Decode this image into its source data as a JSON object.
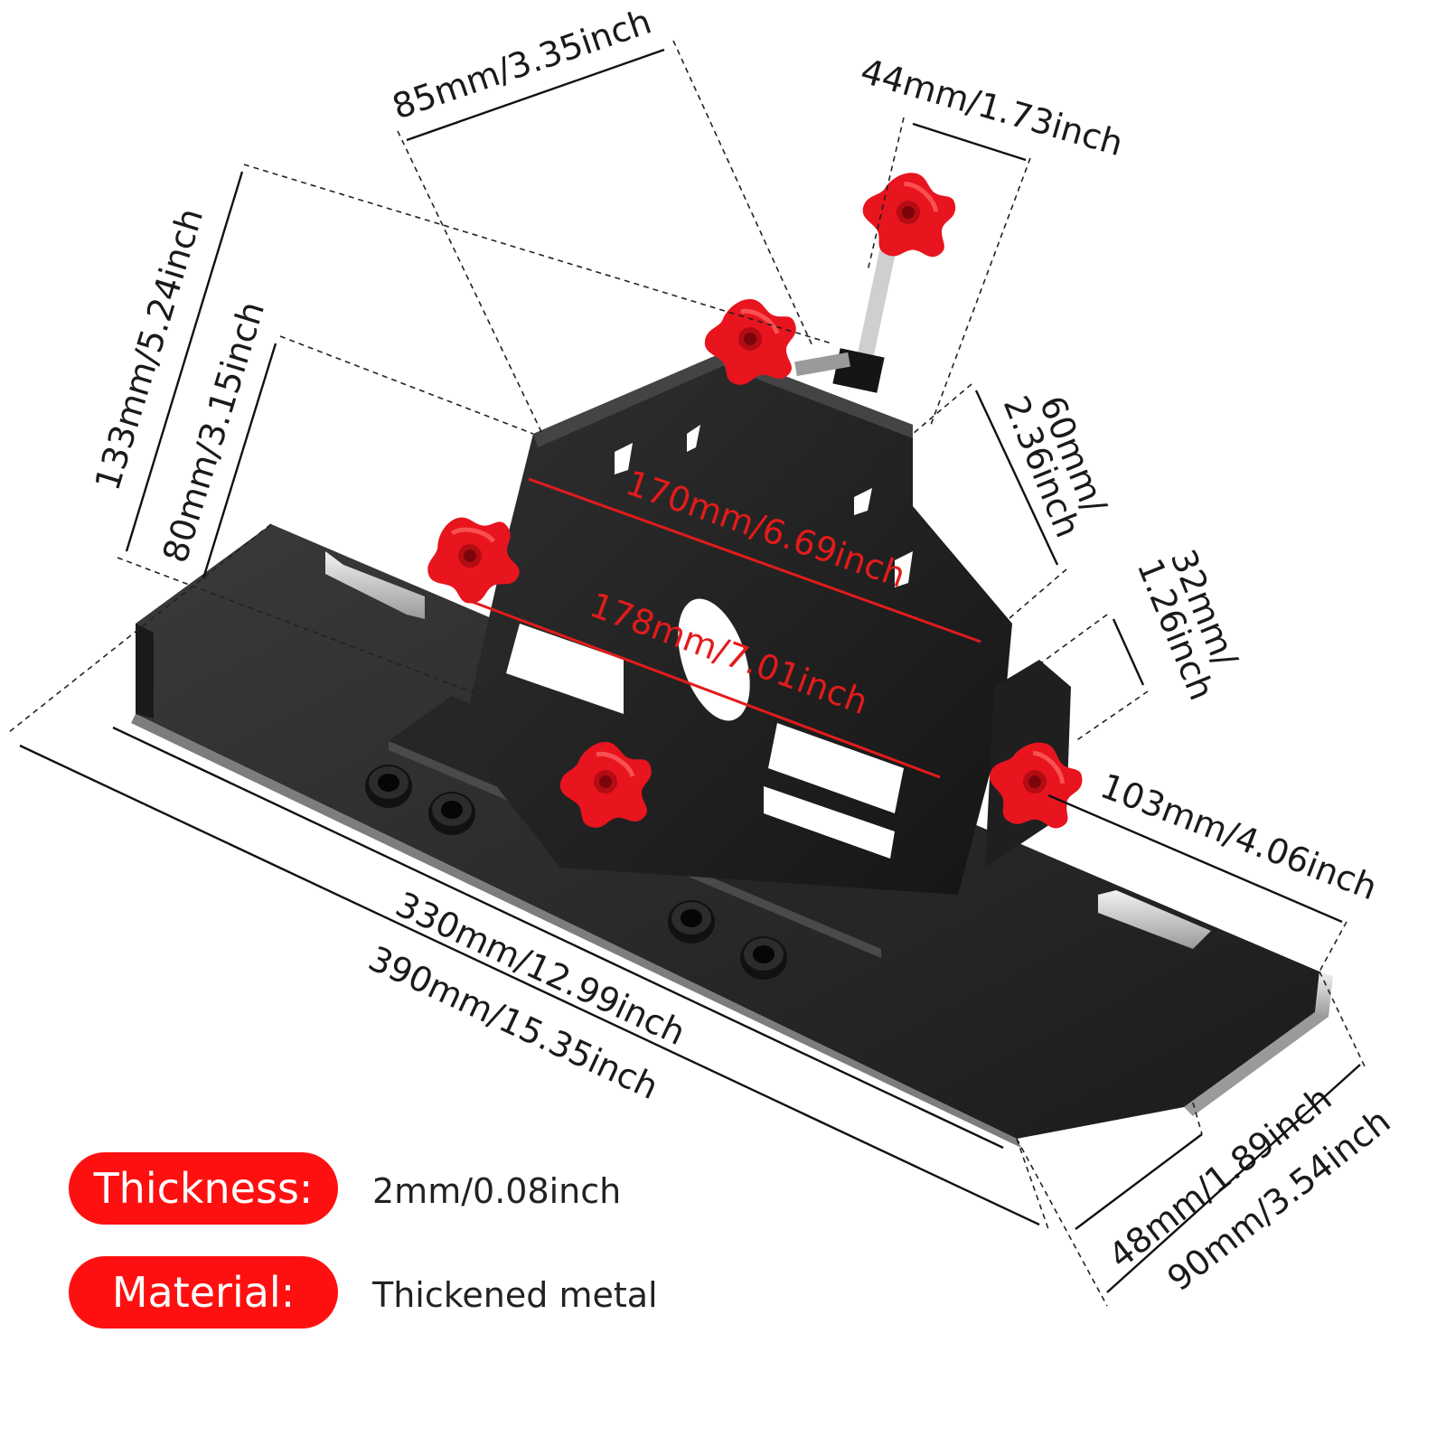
{
  "dimensions": {
    "top_length": "85mm/3.35inch",
    "clamp_width": "44mm/1.73inch",
    "total_height": "133mm/5.24inch",
    "plate_height": "80mm/3.15inch",
    "side_height_line1": "60mm/",
    "side_height_line2": "2.36inch",
    "bracket_width_line1": "32mm/",
    "bracket_width_line2": "1.26inch",
    "upper_span": "170mm/6.69inch",
    "lower_span": "178mm/7.01inch",
    "side_depth": "103mm/4.06inch",
    "inner_length": "330mm/12.99inch",
    "total_length": "390mm/15.35inch",
    "inner_width": "48mm/1.89inch",
    "total_width": "90mm/3.54inch"
  },
  "specs": [
    {
      "label": "Thickness:",
      "value": "2mm/0.08inch"
    },
    {
      "label": "Material:",
      "value": "Thickened metal"
    }
  ],
  "colors": {
    "metal": "#2a2a2a",
    "knob": "#e8141e",
    "accent": "#ff1010",
    "measure_red": "#e21b1b"
  }
}
